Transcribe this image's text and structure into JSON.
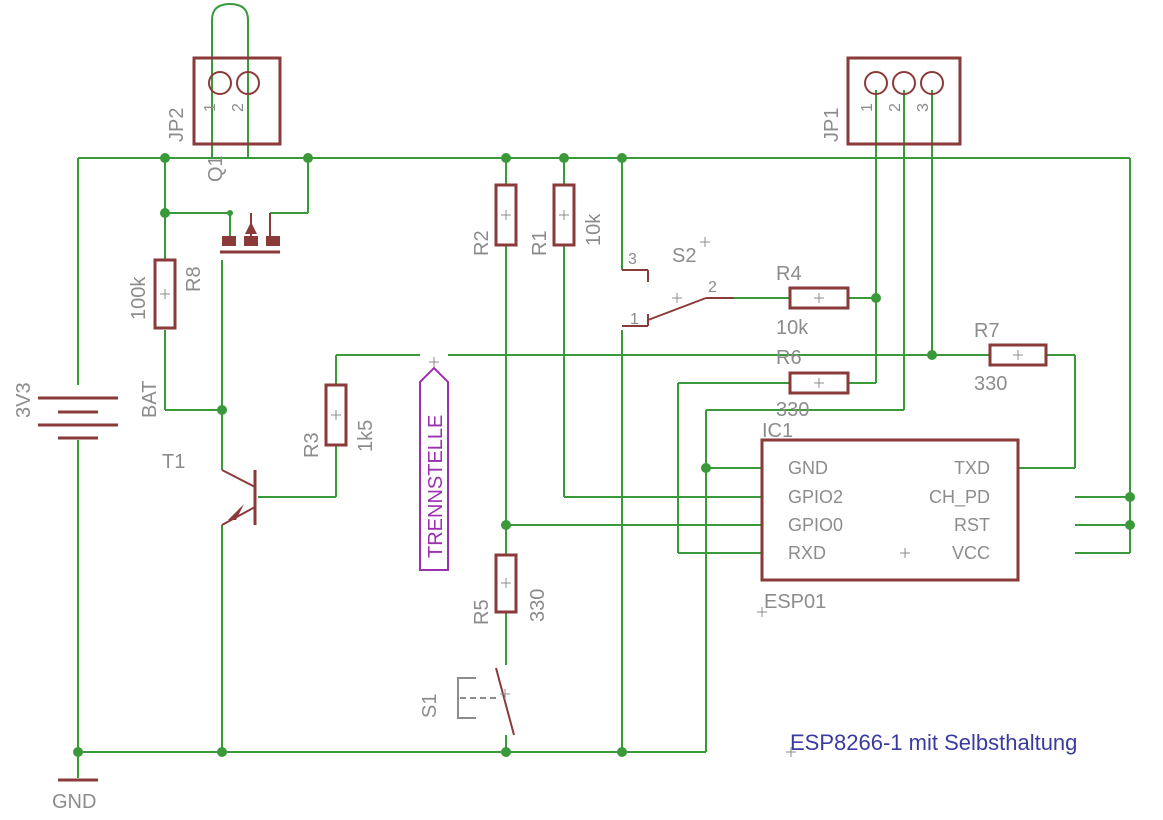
{
  "title": "ESP8266-1 mit Selbsthaltung",
  "parts": {
    "jp2": {
      "name": "JP2",
      "pins": [
        "1",
        "2"
      ]
    },
    "jp1": {
      "name": "JP1",
      "pins": [
        "1",
        "2",
        "3"
      ]
    },
    "q1": {
      "name": "Q1"
    },
    "t1": {
      "name": "T1"
    },
    "bat": {
      "name": "BAT",
      "value": "3V3"
    },
    "gnd": {
      "name": "GND"
    },
    "r1": {
      "name": "R1",
      "value": "10k"
    },
    "r2": {
      "name": "R2"
    },
    "r3": {
      "name": "R3",
      "value": "1k5"
    },
    "r4": {
      "name": "R4",
      "value": "10k"
    },
    "r5": {
      "name": "R5",
      "value": "330"
    },
    "r6": {
      "name": "R6",
      "value": "330"
    },
    "r7": {
      "name": "R7",
      "value": "330"
    },
    "r8": {
      "name": "R8",
      "value": "100k"
    },
    "s1": {
      "name": "S1"
    },
    "s2": {
      "name": "S2",
      "pins": [
        "3",
        "2",
        "1"
      ]
    },
    "ic1": {
      "name": "IC1",
      "value": "ESP01",
      "left_pins": [
        "GND",
        "GPIO2",
        "GPIO0",
        "RXD"
      ],
      "right_pins": [
        "TXD",
        "CH_PD",
        "RST",
        "VCC"
      ]
    },
    "trennstelle": {
      "label": "TRENNSTELLE"
    }
  },
  "colors": {
    "wire": "#3a9a3a",
    "component": "#8b3a3a",
    "label": "#8c8c8c",
    "title": "#3a3aa0",
    "trennstelle": "#9b30b0"
  }
}
